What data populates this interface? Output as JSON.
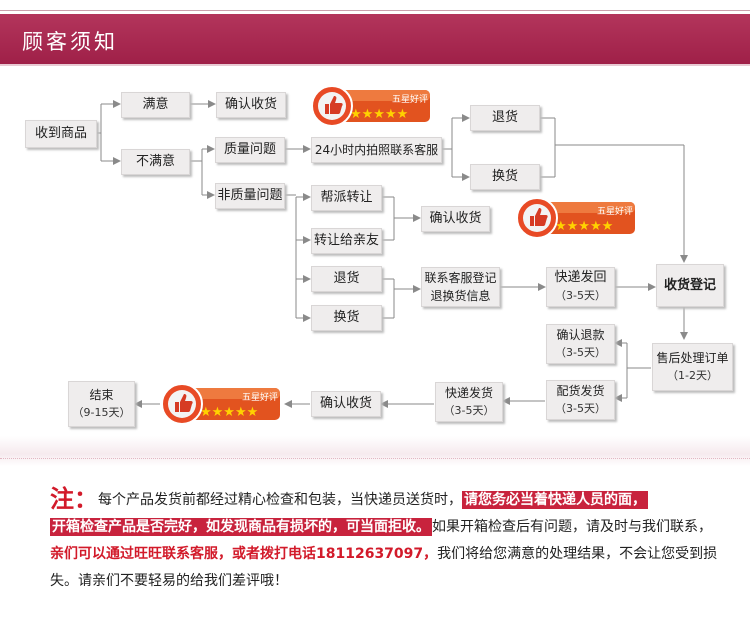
{
  "header": {
    "title": "顾客须知"
  },
  "nodes": {
    "received": "收到商品",
    "satisfied": "满意",
    "unsatisfied": "不满意",
    "confirm1": "确认收货",
    "quality": "质量问题",
    "non_quality": "非质量问题",
    "photo_contact": "24小时内拍照联系客服",
    "refund": "退货",
    "exchange": "换货",
    "dispatch": "帮派转让",
    "transfer": "转让给亲友",
    "refund2": "退货",
    "exchange2": "换货",
    "confirm2": "确认收货",
    "register_line1": "联系客服登记",
    "register_line2": "退换货信息",
    "express_return": "快递发回",
    "express_return_days": "（3-5天）",
    "receive_register": "收货登记",
    "after_sale": "售后处理订单",
    "after_sale_days": "（1-2天）",
    "confirm_refund": "确认退款",
    "confirm_refund_days": "（3-5天）",
    "ship_goods": "配货发货",
    "ship_goods_days": "（3-5天）",
    "express_send": "快递发货",
    "express_send_days": "（3-5天）",
    "confirm3": "确认收货",
    "end": "结束",
    "end_days": "（9-15天）"
  },
  "badge": {
    "label": "五星好评",
    "stars": 5
  },
  "notice": {
    "prefix": "注：",
    "text1": "每个产品发货前都经过精心检查和包装，当快递员送货时，",
    "highlight1": "请您务必当着快递人员的面，",
    "highlight2": "开箱检查产品是否完好，如发现商品有损坏的，可当面拒收。",
    "text2": "如果开箱检查后有问题，请及时与我们联系，",
    "red": "亲们可以通过旺旺联系客服，或者拨打电话18112637097，",
    "text3": "我们将给您满意的处理结果，不会让您受到损失。请亲们不要轻易的给我们差评哦！"
  },
  "colors": {
    "header": "#a8254e",
    "arrow": "#8a8a8a",
    "highlight": "#c8233d",
    "red_text": "#d21a2a",
    "badge": "#e2531f"
  }
}
